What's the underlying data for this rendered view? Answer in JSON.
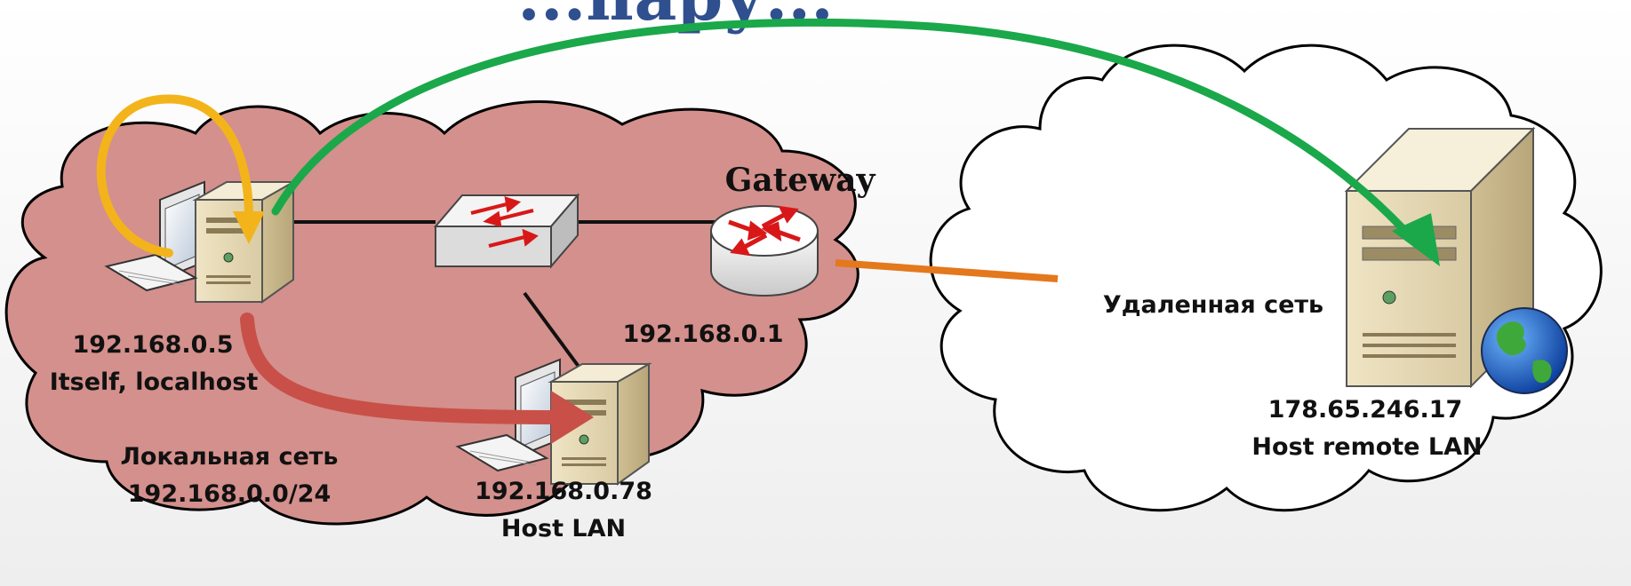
{
  "title": "...пару...",
  "colors": {
    "title": "#2f4f8f",
    "local_cloud": "#d4908c",
    "remote_cloud": "#ffffff",
    "loopback_arrow": "#f3b41b",
    "lan_arrow": "#c85048",
    "remote_arrow": "#1aa84a",
    "wan_link": "#e4781c",
    "local_net_label": "#2c4e8c",
    "remote_net_label": "#e01818"
  },
  "local_network": {
    "name": "Локальная сеть",
    "subnet": "192.168.0.0/24"
  },
  "remote_network": {
    "name": "Удаленная сеть"
  },
  "nodes": {
    "self_host": {
      "icon": "workstation-icon",
      "ip": "192.168.0.5",
      "label": "Itself, localhost"
    },
    "switch": {
      "icon": "switch-icon"
    },
    "gateway": {
      "icon": "router-icon",
      "title": "Gateway",
      "ip": "192.168.0.1"
    },
    "lan_host": {
      "icon": "workstation-icon",
      "ip": "192.168.0.78",
      "label": "Host LAN"
    },
    "remote_host": {
      "icon": "web-server-icon",
      "ip": "178.65.246.17",
      "label": "Host remote LAN"
    }
  }
}
